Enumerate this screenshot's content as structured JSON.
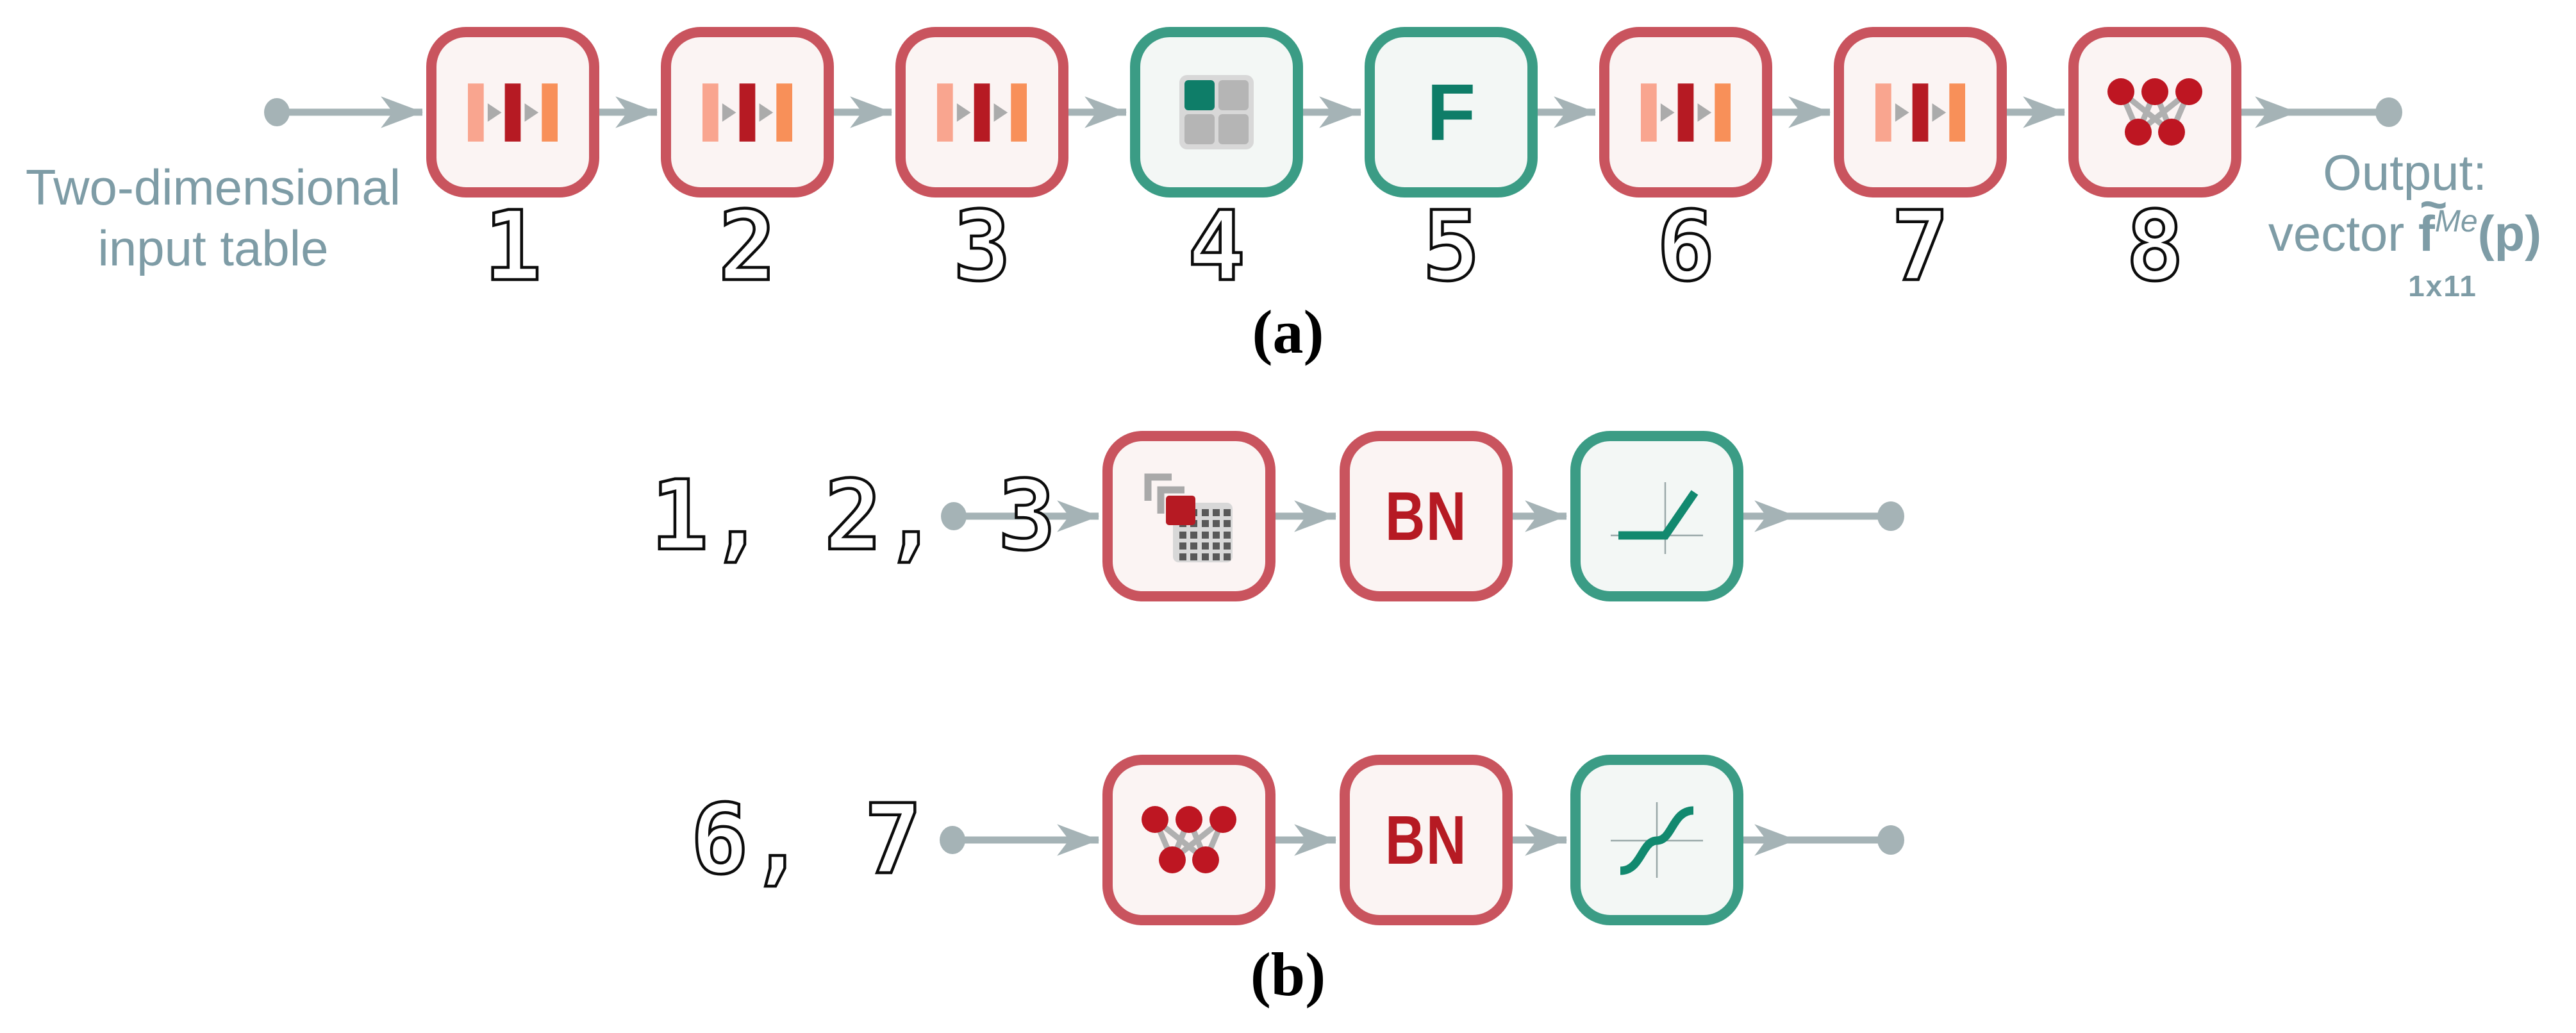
{
  "colors": {
    "teal_text": "#7E9CA6",
    "arrow_gray": "#A5B3B6",
    "red_border": "#C9545E",
    "red_fill": "#FBF4F3",
    "dark_red": "#B61A23",
    "salmon": "#F9A58F",
    "orange": "#F89059",
    "green_border": "#3B9C85",
    "green_fill": "#F3F7F5",
    "dark_green": "#0E7D68",
    "icon_light_gray": "#D8D8D8",
    "icon_mid_gray": "#B5B5B5",
    "icon_dark_gray": "#595959",
    "node_red": "#BE1622",
    "line_gray": "#B0B0B0",
    "axis_gray": "#9AA8A8",
    "curve_green": "#12896F",
    "caption_black": "#000000"
  },
  "panel_a": {
    "caption": "(a)",
    "input_label_line1": "Two-dimensional",
    "input_label_line2": "input table",
    "steps": [
      {
        "number": "1",
        "type": "conv-bars-layer"
      },
      {
        "number": "2",
        "type": "conv-bars-layer"
      },
      {
        "number": "3",
        "type": "conv-bars-layer"
      },
      {
        "number": "4",
        "type": "max-pooling-layer"
      },
      {
        "number": "5",
        "type": "flatten-layer",
        "label": "F"
      },
      {
        "number": "6",
        "type": "conv-bars-layer"
      },
      {
        "number": "7",
        "type": "conv-bars-layer"
      },
      {
        "number": "8",
        "type": "dense-network-layer"
      }
    ],
    "output_label": {
      "line1": "Output:",
      "vector_word": "vector",
      "symbol": "f",
      "tilde": "~",
      "superscript": "Me",
      "argument": "(p)",
      "subscript": "1x11"
    }
  },
  "panel_b": {
    "caption": "(b)",
    "rows": [
      {
        "ref_label": "1, 2, 3",
        "first_box": "conv2d-grid",
        "middle_label": "BN",
        "activation": "relu"
      },
      {
        "ref_label": "6, 7",
        "first_box": "dense-network",
        "middle_label": "BN",
        "activation": "sigmoid"
      }
    ]
  }
}
